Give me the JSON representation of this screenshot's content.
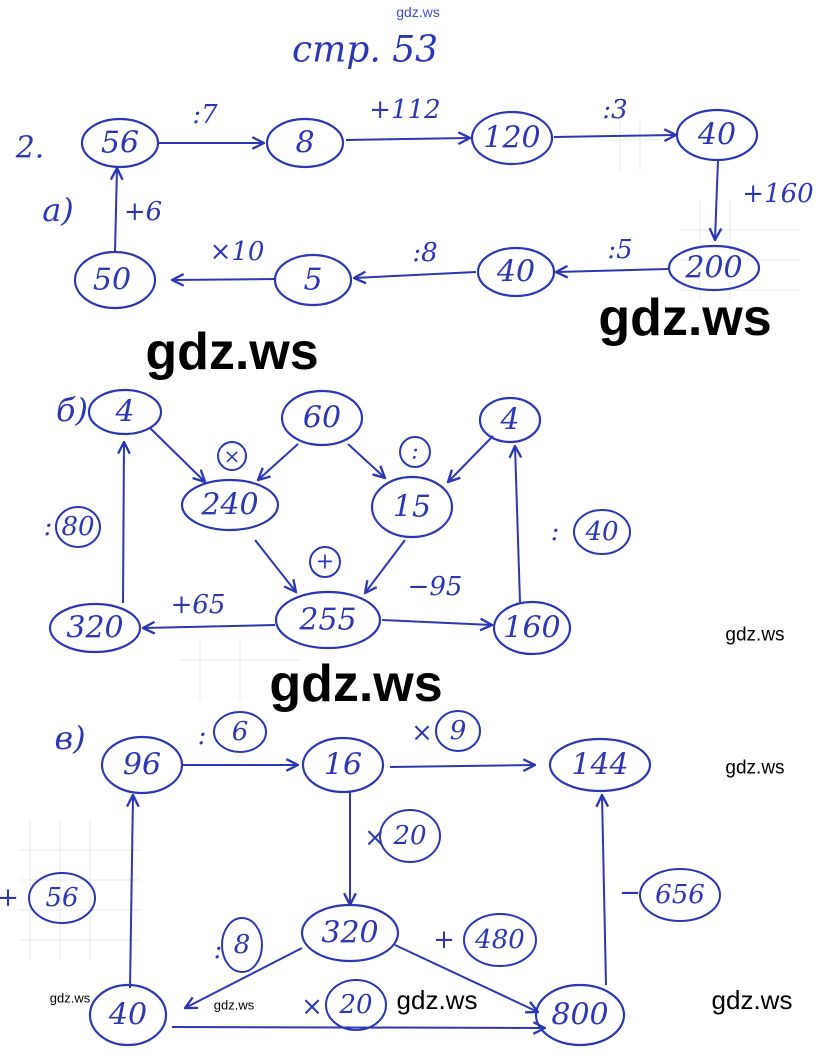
{
  "header": {
    "watermark_top": "gdz.ws",
    "page_title": "стр. 53",
    "task_number": "2."
  },
  "watermark": "gdz.ws",
  "part_a": {
    "label": "а)",
    "nodes": [
      "56",
      "8",
      "120",
      "40",
      "200",
      "40",
      "5",
      "50"
    ],
    "ops": [
      ":7",
      "+112",
      ":3",
      "+160",
      ":5",
      ":8",
      "×10",
      "+6"
    ]
  },
  "part_b": {
    "label": "б)",
    "nodes": [
      "4",
      "60",
      "4",
      "240",
      "15",
      "255",
      "320",
      "160"
    ],
    "ops": [
      {
        "sign": "",
        "value": "×"
      },
      {
        "sign": "",
        "value": ":"
      },
      {
        "sign": "",
        "value": "+"
      },
      {
        "sign": ":",
        "value": "80"
      },
      {
        "sign": ":",
        "value": "40"
      },
      {
        "sign": "+65",
        "value": ""
      },
      {
        "sign": "−95",
        "value": ""
      }
    ]
  },
  "part_c": {
    "label": "в)",
    "nodes": [
      "96",
      "16",
      "144",
      "320",
      "40",
      "800"
    ],
    "ops": [
      {
        "sign": ":",
        "value": "6"
      },
      {
        "sign": "×",
        "value": "9"
      },
      {
        "sign": "×",
        "value": "20"
      },
      {
        "sign": "+",
        "value": "56"
      },
      {
        "sign": "−",
        "value": "656"
      },
      {
        "sign": ":",
        "value": "8"
      },
      {
        "sign": "+",
        "value": "480"
      },
      {
        "sign": "×",
        "value": "20"
      }
    ]
  },
  "colors": {
    "ink": "#2b37b3",
    "watermark": "#000000",
    "watermark_top": "#3d4fd6"
  }
}
